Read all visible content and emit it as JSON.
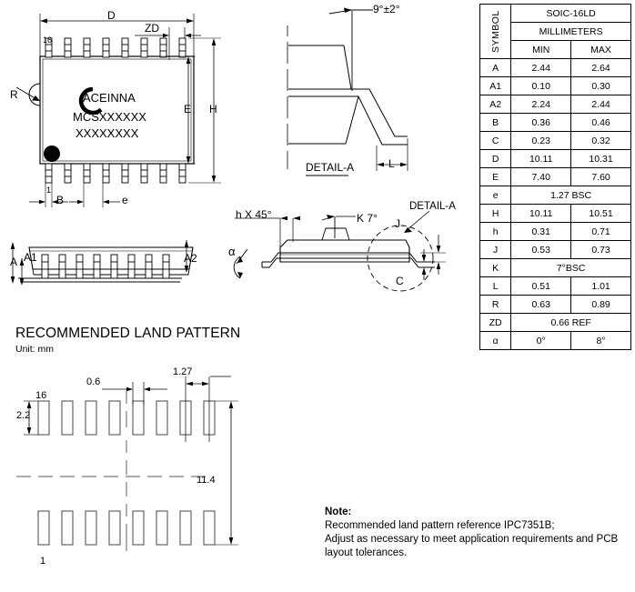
{
  "drawing": {
    "title": "SOIC-16LD package outline drawing",
    "part_marking_line1": "MCSXXXXXX",
    "part_marking_line2": "XXXXXXXX",
    "brand": "ACEINNA",
    "logo_letter": "C"
  },
  "top_view": {
    "dim_width": "D",
    "dim_zd": "ZD",
    "dim_height_body": "E",
    "dim_height_overall": "H",
    "dim_radius": "R",
    "dim_lead_width": "B",
    "dim_pitch": "e",
    "pin_first": "1",
    "pin_last": "16",
    "pin_count_per_row": 8
  },
  "side_view": {
    "dim_a": "A",
    "dim_a1": "A1",
    "dim_a2": "A2"
  },
  "detail_a_view": {
    "label": "DETAIL-A",
    "angle": "9°±2°",
    "dim_l": "L"
  },
  "section_view": {
    "chamfer": "h X 45°",
    "angle_k": "K 7°",
    "angle_alpha": "α",
    "dim_j": "J",
    "dim_c": "C",
    "detail_callout": "DETAIL-A"
  },
  "land_pattern": {
    "title": "RECOMMENDED LAND PATTERN",
    "unit": "Unit: mm",
    "pad_width": "0.6",
    "pitch": "1.27",
    "pad_length": "2.2",
    "span": "11.4",
    "pin_first": "1",
    "pin_last": "16",
    "pad_count_per_row": 8
  },
  "note": {
    "heading": "Note:",
    "line1": "Recommended land pattern reference IPC7351B;",
    "line2": "Adjust as necessary to meet application requirements and PCB",
    "line3": "layout tolerances."
  },
  "table": {
    "symbol_header": "SYMBOL",
    "package_header": "SOIC-16LD",
    "unit_header": "MILLIMETERS",
    "min_header": "MIN",
    "max_header": "MAX",
    "rows": [
      {
        "symbol": "A",
        "min": "2.44",
        "max": "2.64",
        "span": false
      },
      {
        "symbol": "A1",
        "min": "0.10",
        "max": "0.30",
        "span": false
      },
      {
        "symbol": "A2",
        "min": "2.24",
        "max": "2.44",
        "span": false
      },
      {
        "symbol": "B",
        "min": "0.36",
        "max": "0.46",
        "span": false
      },
      {
        "symbol": "C",
        "min": "0.23",
        "max": "0.32",
        "span": false
      },
      {
        "symbol": "D",
        "min": "10.11",
        "max": "10.31",
        "span": false
      },
      {
        "symbol": "E",
        "min": "7.40",
        "max": "7.60",
        "span": false
      },
      {
        "symbol": "e",
        "value": "1.27 BSC",
        "span": true
      },
      {
        "symbol": "H",
        "min": "10.11",
        "max": "10.51",
        "span": false
      },
      {
        "symbol": "h",
        "min": "0.31",
        "max": "0.71",
        "span": false
      },
      {
        "symbol": "J",
        "min": "0.53",
        "max": "0.73",
        "span": false
      },
      {
        "symbol": "K",
        "value": "7°BSC",
        "span": true
      },
      {
        "symbol": "L",
        "min": "0.51",
        "max": "1.01",
        "span": false
      },
      {
        "symbol": "R",
        "min": "0.63",
        "max": "0.89",
        "span": false
      },
      {
        "symbol": "ZD",
        "value": "0.66 REF",
        "span": true
      },
      {
        "symbol": "α",
        "min": "0°",
        "max": "8°",
        "span": false
      }
    ]
  }
}
